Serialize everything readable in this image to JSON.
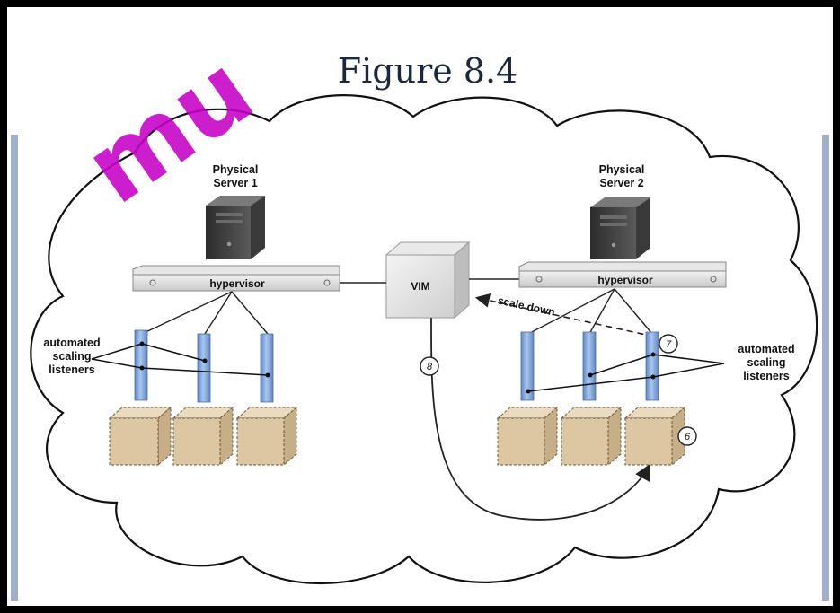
{
  "figure": {
    "title": "Figure 8.4"
  },
  "left_server": {
    "label_line1": "Physical",
    "label_line2": "Server 1",
    "hypervisor_label": "hypervisor",
    "listeners_line1": "automated",
    "listeners_line2": "scaling",
    "listeners_line3": "listeners"
  },
  "right_server": {
    "label_line1": "Physical",
    "label_line2": "Server 2",
    "hypervisor_label": "hypervisor",
    "listeners_line1": "automated",
    "listeners_line2": "scaling",
    "listeners_line3": "listeners"
  },
  "vim": {
    "label": "VIM"
  },
  "arrows": {
    "scale_down_label": "scale down"
  },
  "steps": {
    "step_6": "6",
    "step_7": "7",
    "step_8": "8"
  },
  "watermark": {
    "text": "mu"
  },
  "colors": {
    "frame": "#000000",
    "listener_bar": "#8fb2e0",
    "vm_box": "#dcc7a2",
    "title": "#1a2a3a",
    "watermark": "#c600c6"
  }
}
